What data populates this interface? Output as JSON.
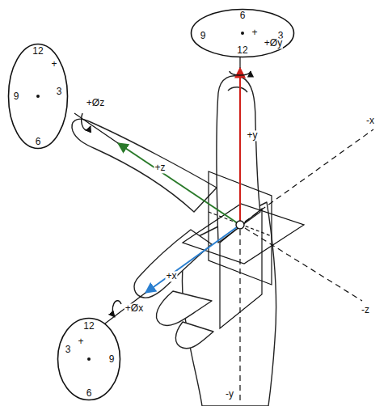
{
  "diagram": {
    "nodes": [
      {
        "text": [
          "12",
          "3",
          "6",
          "9",
          "+"
        ]
      },
      {
        "text": [
          "12",
          "3",
          "6",
          "9",
          "+"
        ]
      },
      {
        "text": [
          "12",
          "3",
          "6",
          "9",
          "+"
        ]
      }
    ],
    "labels": [
      "+Øy",
      "+y",
      "-x",
      "+Øz",
      "+z",
      "+x",
      "-z",
      "+Øx",
      "-y"
    ]
  }
}
